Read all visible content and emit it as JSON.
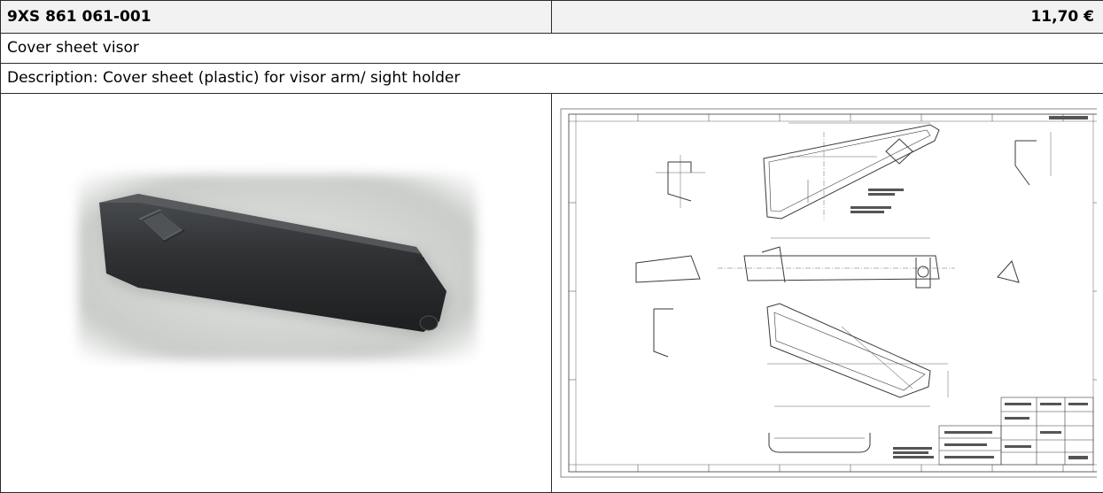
{
  "part": {
    "number": "9XS 861 061-001",
    "price": "11,70 €",
    "name": "Cover sheet visor",
    "description": "Description: Cover sheet (plastic) for visor arm/ sight holder"
  },
  "photo": {
    "subject_icon": "visor-cover-sheet-photo",
    "background_color": "#c9ccc9",
    "part_color": "#2f3133"
  },
  "drawing": {
    "subject_icon": "technical-drawing",
    "line_color": "#3a3a3a"
  }
}
